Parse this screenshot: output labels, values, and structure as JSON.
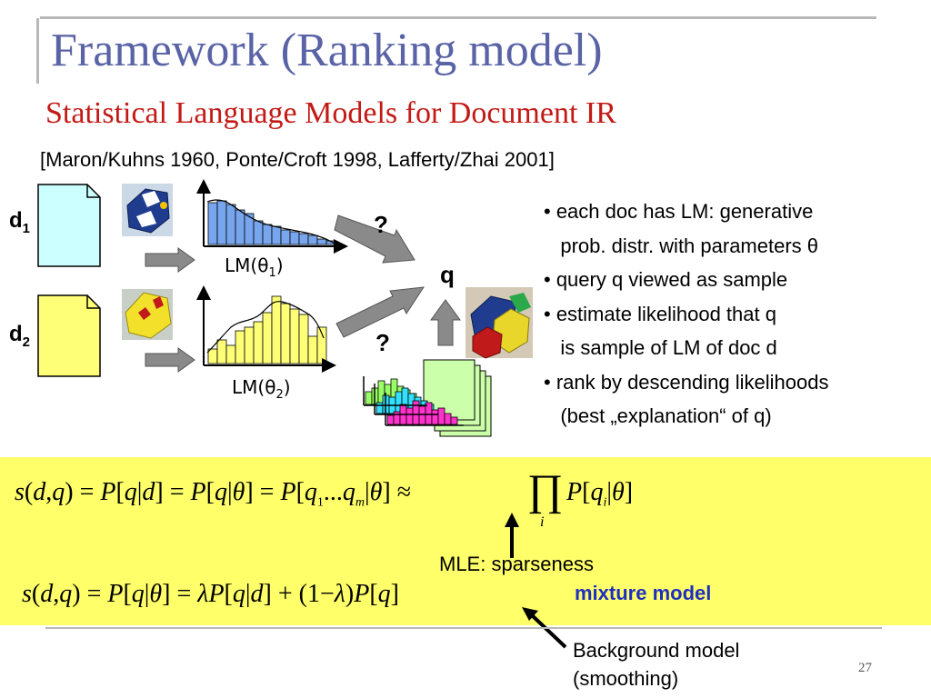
{
  "slide": {
    "title": "Framework (Ranking model)",
    "subtitle": "Statistical Language Models for Document IR",
    "citation": "[Maron/Kuhns 1960, Ponte/Croft 1998, Lafferty/Zhai 2001]",
    "page_number": "27"
  },
  "diagram": {
    "doc1": {
      "letter": "d",
      "index": "1",
      "lm_prefix": "LM(",
      "lm_theta": "θ",
      "lm_index": "1",
      "lm_suffix": ")",
      "fill": "#ccffff"
    },
    "doc2": {
      "letter": "d",
      "index": "2",
      "lm_prefix": "LM(",
      "lm_theta": "θ",
      "lm_index": "2",
      "lm_suffix": ")",
      "fill": "#ffff77"
    },
    "query_label": "q",
    "question_mark_1": "?",
    "question_mark_2": "?",
    "bar_colors": {
      "lm1": "#77a6ee",
      "lm2": "#ffff77",
      "stack": [
        "#99ff66",
        "#33e0ff",
        "#ff33cc"
      ]
    }
  },
  "bullets": [
    "• each doc has LM: generative",
    "   prob. distr. with parameters θ",
    "• query q viewed as sample",
    "• estimate likelihood that q",
    "   is sample of LM of doc d",
    "• rank by descending likelihoods",
    "   (best „explanation“ of q)"
  ],
  "formula1": {
    "s": "s",
    "open": "(",
    "d": "d",
    "comma": ",",
    "q": "q",
    "close": ")",
    "eq1": "=",
    "P1": "P",
    "lb1": "[",
    "q1": "q",
    "bar1": "|",
    "d1": "d",
    "rb1": "]",
    "eq2": "=",
    "P2": "P",
    "lb2": "[",
    "q2": "q",
    "bar2": "|",
    "th1": "θ",
    "rb2": "]",
    "eq3": "=",
    "P3": "P",
    "lb3": "[",
    "q3": "q",
    "sub_first": "1",
    "dots": "...",
    "q4": "q",
    "sub_m": "m",
    "bar3": "|",
    "th2": "θ",
    "rb3": "]",
    "approx": "≈",
    "prod": "∏",
    "prod_index": "i",
    "P4": "P",
    "lb4": "[",
    "q5": "q",
    "sub_i": "i",
    "bar4": "|",
    "th3": "θ",
    "rb4": "]"
  },
  "formula2": {
    "s": "s",
    "open": "(",
    "d": "d",
    "comma": ",",
    "q": "q",
    "close": ")",
    "eq1": "=",
    "P1": "P",
    "lb1": "[",
    "q1": "q",
    "bar1": "|",
    "th": "θ",
    "rb1": "]",
    "eq2": "=",
    "lambda1": "λ",
    "P2": "P",
    "lb2": "[",
    "q2": "q",
    "bar2": "|",
    "d2": "d",
    "rb2": "]",
    "plus": "+",
    "open2": "(",
    "one": "1",
    "minus": "−",
    "lambda2": "λ",
    "close2": ")",
    "P3": "P",
    "lb3": "[",
    "q3": "q",
    "rb3": "]"
  },
  "annotations": {
    "mle": "MLE: sparseness",
    "mixture": "mixture model",
    "background_line1": "Background model",
    "background_line2": "(smoothing)"
  }
}
